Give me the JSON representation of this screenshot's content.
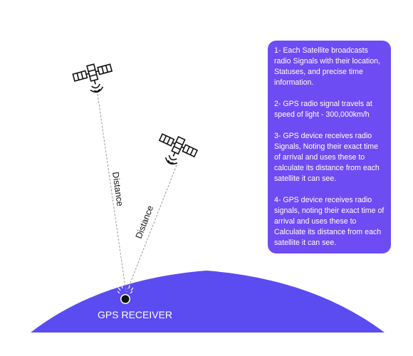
{
  "info_box": {
    "steps": [
      "1- Each Satellite broadcasts radio Signals with their location, Statuses, and precise time information.",
      "2- GPS radio signal travels at speed of light - 300,000km/h",
      "3- GPS device receives radio Signals, Noting their exact time of arrival and uses these to calculate its distance from each satellite it can see.",
      "4- GPS device receives radio signals, noting their exact time of arrival and uses these to Calculate its distance from each satellite it can see."
    ]
  },
  "labels": {
    "distance_1": "Distance",
    "distance_2": "Distance",
    "receiver": "GPS RECEIVER"
  },
  "colors": {
    "earth": "#5a4cf0",
    "info_box": "#6e4cf3",
    "signal_line": "#9a9a9a"
  },
  "icons": [
    "satellite-icon",
    "satellite-icon",
    "receiver-icon",
    "signal-waves-icon"
  ]
}
